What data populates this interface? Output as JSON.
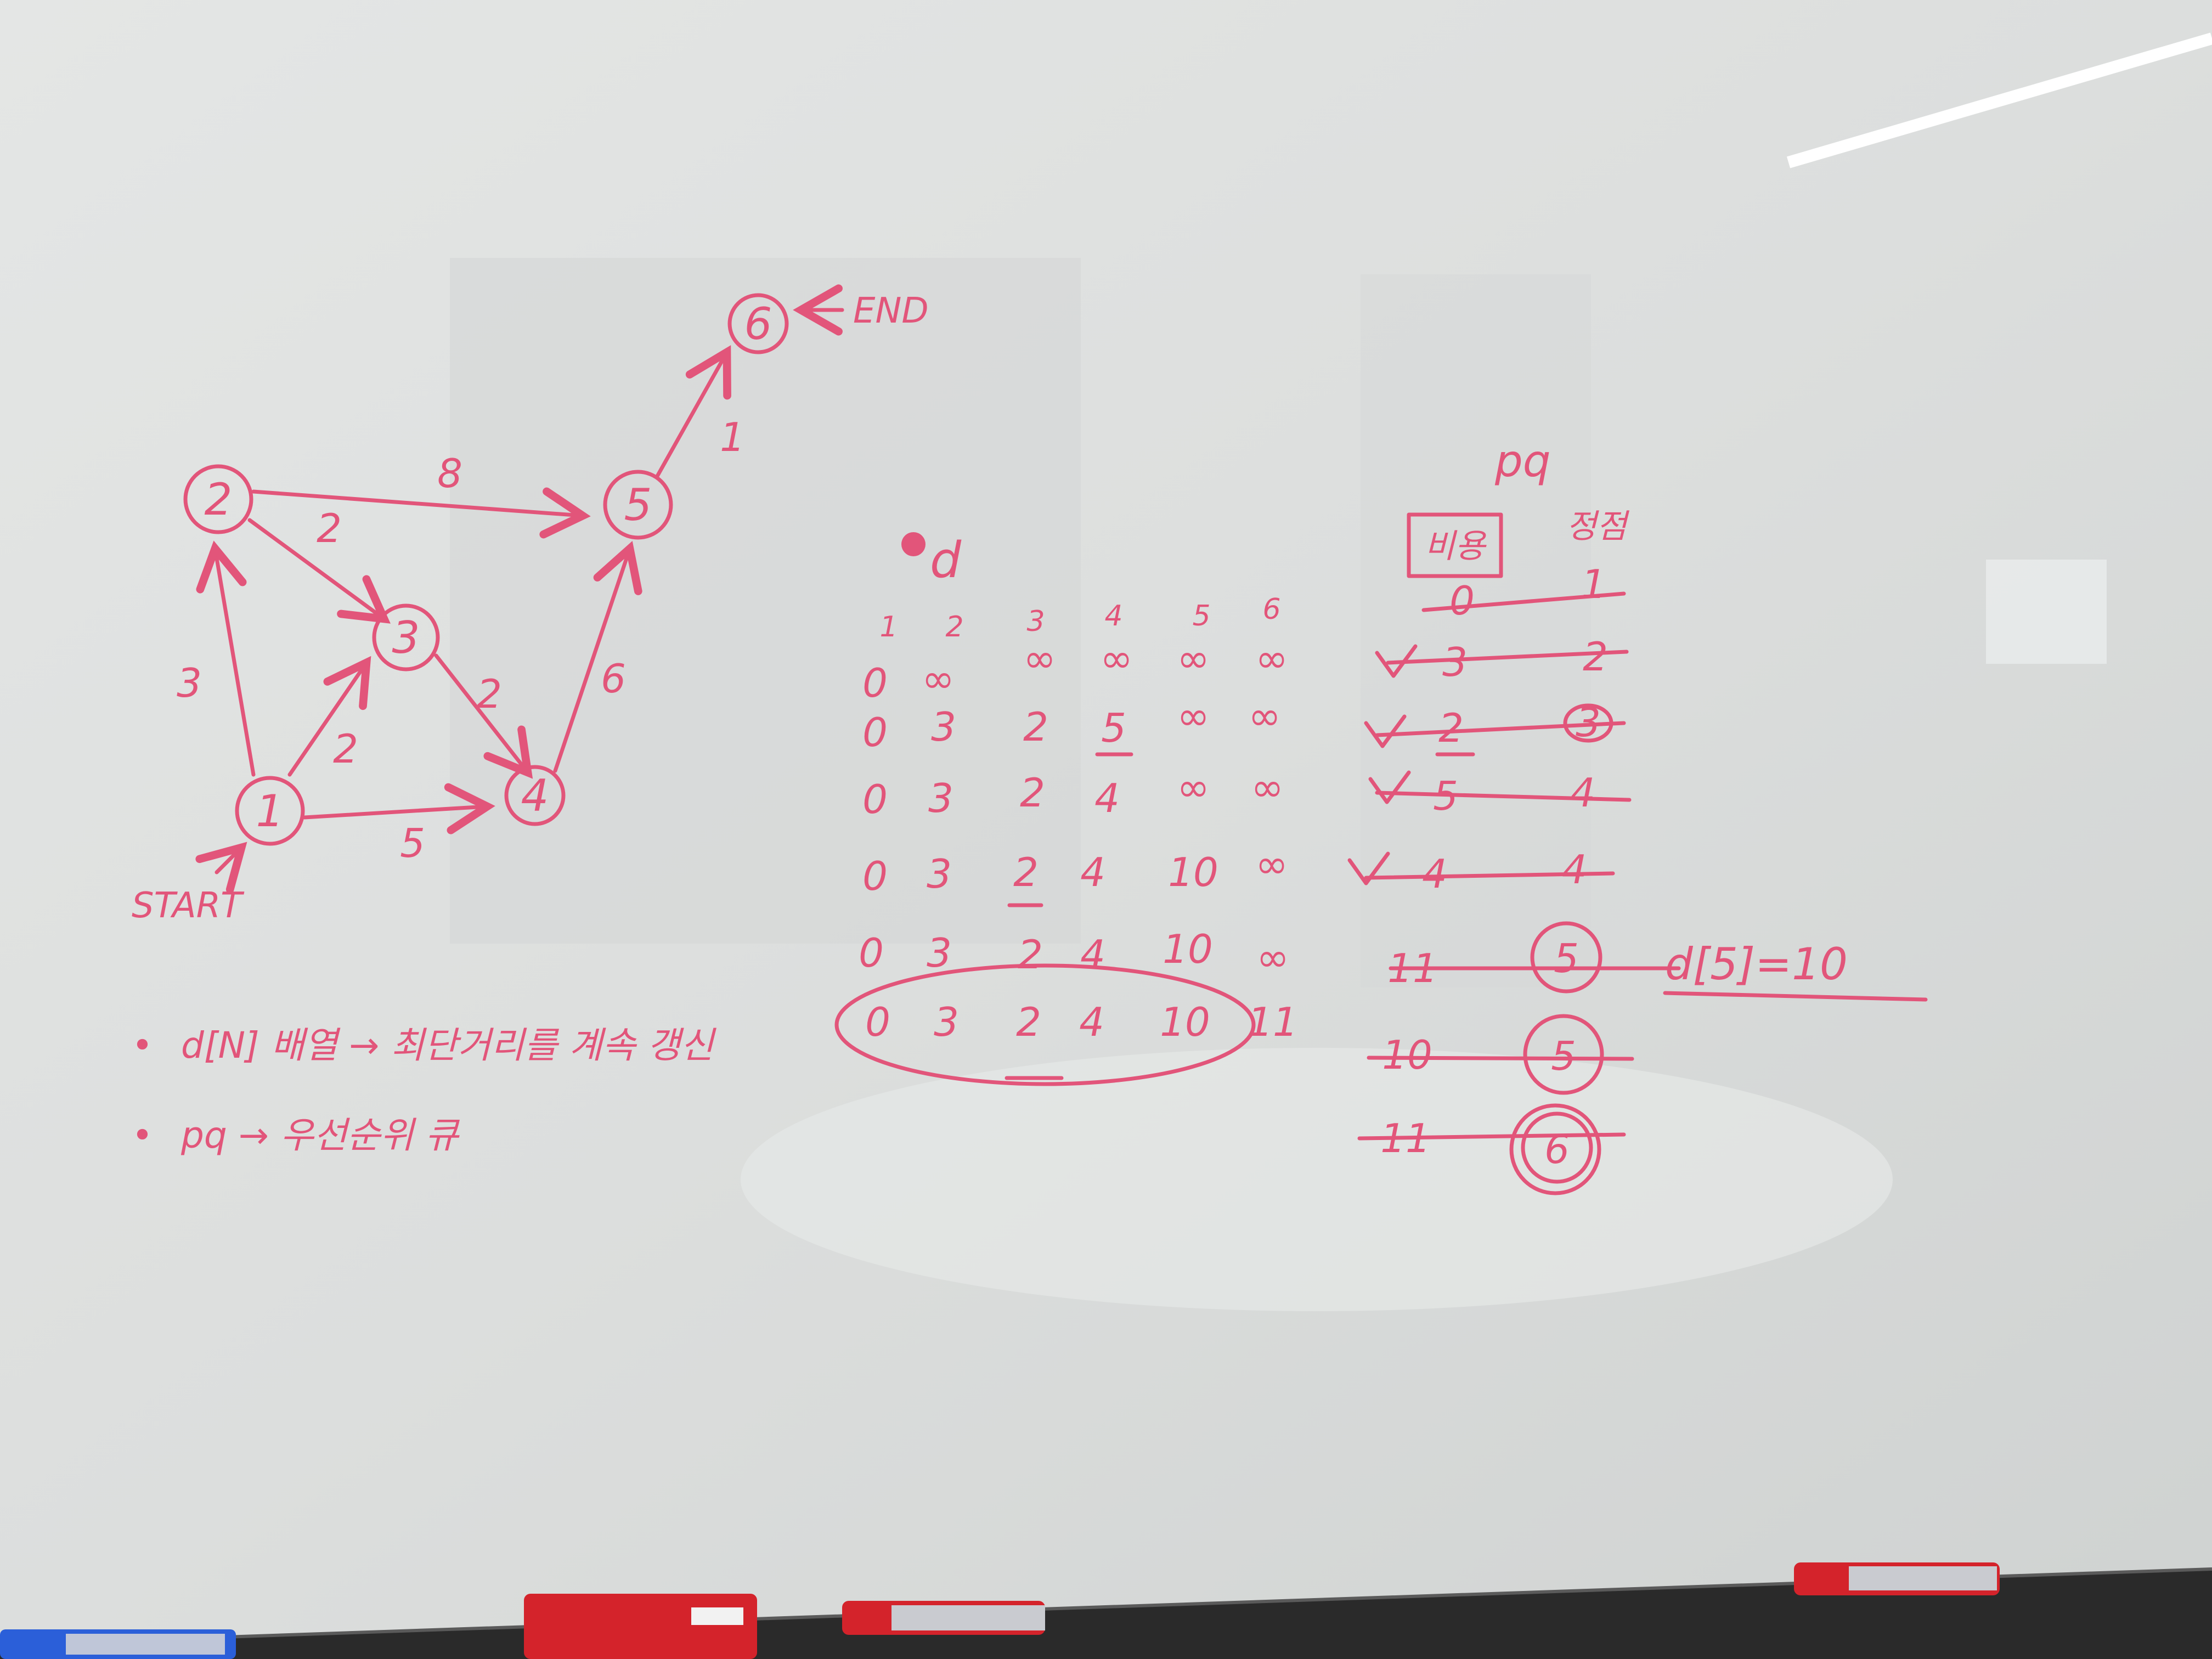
{
  "graph": {
    "nodes": [
      {
        "id": "n1",
        "label": "1"
      },
      {
        "id": "n2",
        "label": "2"
      },
      {
        "id": "n3",
        "label": "3"
      },
      {
        "id": "n4",
        "label": "4"
      },
      {
        "id": "n5",
        "label": "5"
      },
      {
        "id": "n6",
        "label": "6"
      }
    ],
    "edges": [
      {
        "from": "1",
        "to": "2",
        "weight": "3"
      },
      {
        "from": "1",
        "to": "3",
        "weight": "2"
      },
      {
        "from": "1",
        "to": "4",
        "weight": "5"
      },
      {
        "from": "2",
        "to": "3",
        "weight": "2"
      },
      {
        "from": "2",
        "to": "5",
        "weight": "8"
      },
      {
        "from": "3",
        "to": "4",
        "weight": "2"
      },
      {
        "from": "4",
        "to": "5",
        "weight": "6"
      },
      {
        "from": "5",
        "to": "6",
        "weight": "1"
      }
    ],
    "start_label": "START",
    "end_label": "END"
  },
  "dist_table": {
    "title": "d",
    "headers": [
      "1",
      "2",
      "3",
      "4",
      "5",
      "6"
    ],
    "rows": [
      [
        "0",
        "∞",
        "∞",
        "∞",
        "∞",
        "∞"
      ],
      [
        "0",
        "3",
        "2",
        "5",
        "∞",
        "∞"
      ],
      [
        "0",
        "3",
        "2",
        "4",
        "∞",
        "∞"
      ],
      [
        "0",
        "3",
        "2",
        "4",
        "10",
        "∞"
      ],
      [
        "0",
        "3",
        "2",
        "4",
        "10",
        "∞"
      ],
      [
        "0",
        "3",
        "2",
        "4",
        "10",
        "11"
      ]
    ]
  },
  "pq": {
    "title": "pq",
    "col_cost": "비용",
    "col_vertex": "정점",
    "rows": [
      {
        "cost": "0",
        "vertex": "1"
      },
      {
        "cost": "3",
        "vertex": "2"
      },
      {
        "cost": "2",
        "vertex": "3"
      },
      {
        "cost": "5",
        "vertex": "4"
      },
      {
        "cost": "4",
        "vertex": "4"
      },
      {
        "cost": "11",
        "vertex": "5"
      },
      {
        "cost": "10",
        "vertex": "5"
      },
      {
        "cost": "11",
        "vertex": "6"
      }
    ],
    "side_note": "d[5]=10"
  },
  "notes": [
    {
      "bullet": "•",
      "text": "d[N] 배열 → 최단거리를 계속 갱신"
    },
    {
      "bullet": "•",
      "text": "pq → 우선순위 큐"
    }
  ],
  "colors": {
    "ink": "#e2557a",
    "board": "#d9dcdb",
    "tray": "#2a2a2a"
  },
  "markers": [
    {
      "color": "#2b5fd9",
      "label": "marker-blue"
    },
    {
      "color": "#d4232b",
      "label": "eraser-red"
    },
    {
      "color": "#d4232b",
      "label": "marker-red-1"
    },
    {
      "color": "#d4232b",
      "label": "marker-red-2"
    }
  ]
}
